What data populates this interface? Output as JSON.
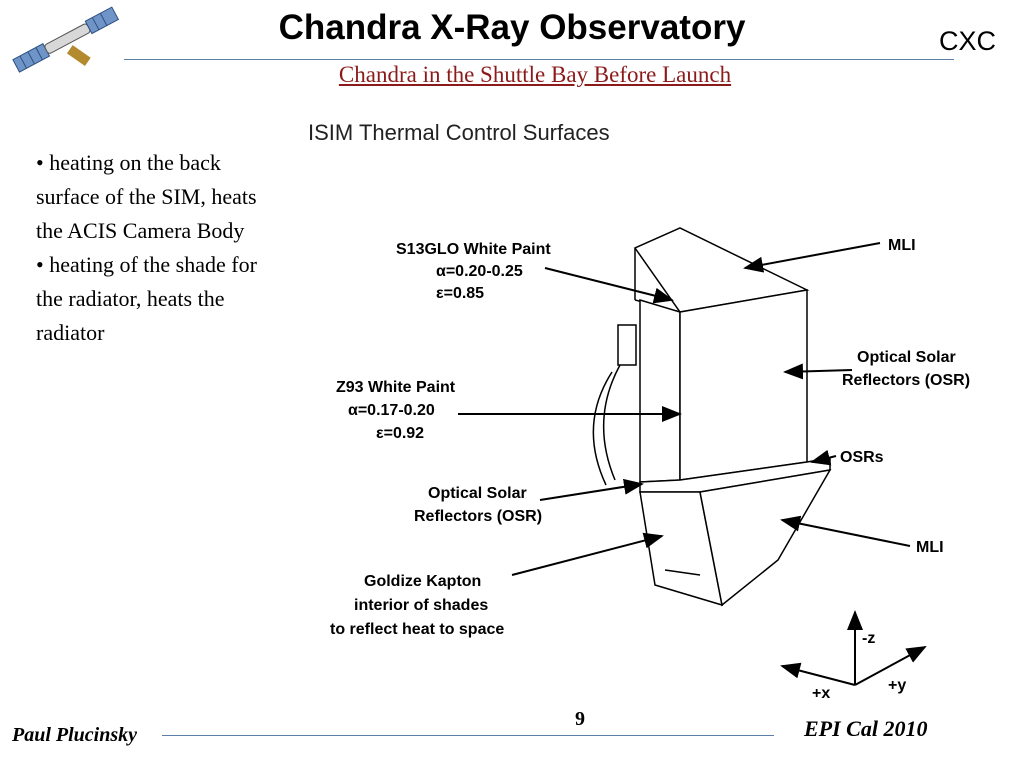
{
  "header": {
    "title": "Chandra X-Ray Observatory",
    "org": "CXC",
    "subtitle": "Chandra in the Shuttle Bay Before Launch"
  },
  "bullets": [
    "• heating on the back surface of the SIM, heats the ACIS Camera Body",
    "• heating of the shade for the radiator, heats the radiator"
  ],
  "diagram": {
    "title": "ISIM Thermal Control Surfaces",
    "labels": {
      "s13glo": "S13GLO White Paint",
      "s13glo_alpha": "α=0.20-0.25",
      "s13glo_eps": "ε=0.85",
      "mli_top": "MLI",
      "osr_right_1": "Optical Solar",
      "osr_right_2": "Reflectors (OSR)",
      "z93": "Z93 White Paint",
      "z93_alpha": "α=0.17-0.20",
      "z93_eps": "ε=0.92",
      "osrs": "OSRs",
      "osr_left_1": "Optical Solar",
      "osr_left_2": "Reflectors (OSR)",
      "mli_bottom": "MLI",
      "kapton_1": "Goldize Kapton",
      "kapton_2": "interior of shades",
      "kapton_3": "to reflect heat to space"
    },
    "axes": {
      "z": "-z",
      "x": "+x",
      "y": "+y"
    }
  },
  "footer": {
    "author": "Paul Plucinsky",
    "page": "9",
    "event": "EPI Cal 2010"
  }
}
